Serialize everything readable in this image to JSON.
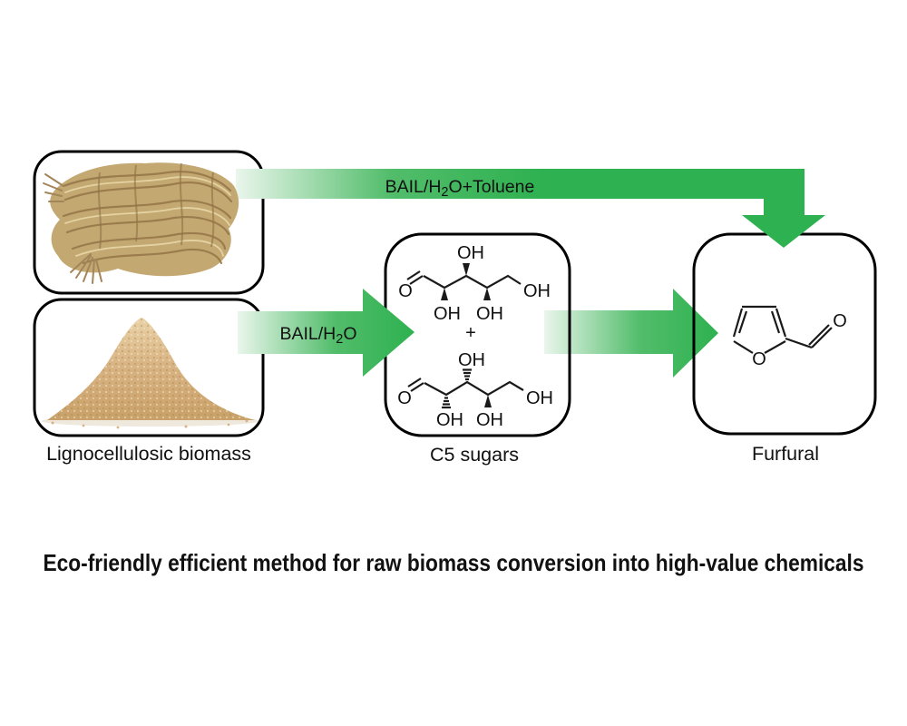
{
  "title": "Eco-friendly efficient method for raw biomass conversion into high-value chemicals",
  "labels": {
    "biomass": "Lignocellulosic biomass",
    "c5": "C5 sugars",
    "furfural": "Furfural"
  },
  "arrows": {
    "top": {
      "pre": "BAIL/H",
      "sub": "2",
      "post": "O+Toluene"
    },
    "mid": {
      "pre": "BAIL/H",
      "sub": "2",
      "post": "O"
    }
  },
  "atoms": {
    "oh": "OH",
    "o": "O",
    "plus": "+"
  },
  "colors": {
    "arrow_green": "#2eb150",
    "arrow_green_mid": "#52bd6b",
    "arrow_green_light": "#eaf6ec",
    "straw": "#c4a872",
    "sawdust": "#d8b383"
  }
}
